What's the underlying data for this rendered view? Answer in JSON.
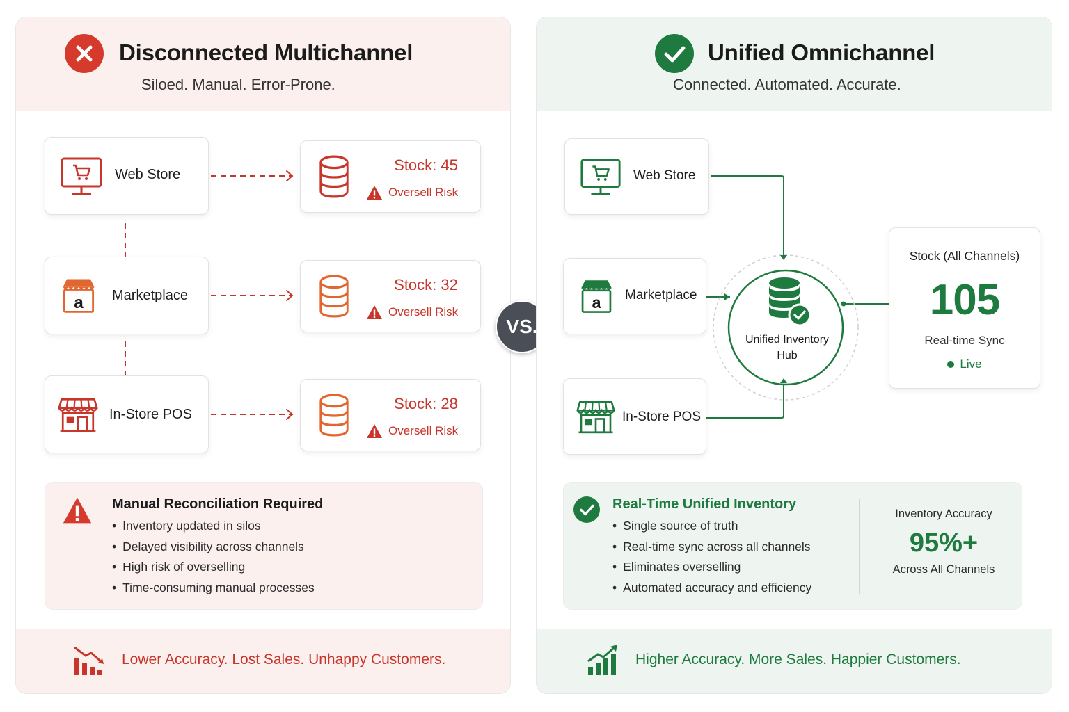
{
  "colors": {
    "danger_red": "#c8352a",
    "success_green": "#1e7a3e",
    "left_tint": "#fcf0ee",
    "right_tint": "#eef5f0",
    "vs_badge": "#4a4f57"
  },
  "left": {
    "title": "Disconnected Multichannel",
    "subtitle": "Siloed. Manual. Error-Prone.",
    "header_icon": "x-circle-icon",
    "channels": [
      {
        "label": "Web Store",
        "icon": "monitor-cart-icon"
      },
      {
        "label": "Marketplace",
        "icon": "marketplace-bag-icon"
      },
      {
        "label": "In-Store POS",
        "icon": "storefront-icon"
      }
    ],
    "stocks": [
      {
        "label": "Stock: 45",
        "risk": "Oversell Risk"
      },
      {
        "label": "Stock: 32",
        "risk": "Oversell Risk"
      },
      {
        "label": "Stock: 28",
        "risk": "Oversell Risk"
      }
    ],
    "note": {
      "title": "Manual Reconciliation Required",
      "icon": "warning-triangle-icon",
      "items": [
        "Inventory updated in silos",
        "Delayed visibility across channels",
        "High risk of overselling",
        "Time-consuming manual processes"
      ]
    },
    "footer": {
      "text": "Lower Accuracy. Lost Sales. Unhappy Customers.",
      "icon": "chart-down-icon"
    }
  },
  "vs_label": "VS.",
  "right": {
    "title": "Unified Omnichannel",
    "subtitle": "Connected. Automated. Accurate.",
    "header_icon": "check-circle-icon",
    "channels": [
      {
        "label": "Web Store",
        "icon": "monitor-cart-icon"
      },
      {
        "label": "Marketplace",
        "icon": "marketplace-bag-icon"
      },
      {
        "label": "In-Store POS",
        "icon": "storefront-icon"
      }
    ],
    "hub": {
      "label_line1": "Unified Inventory",
      "label_line2": "Hub",
      "icon": "database-check-icon"
    },
    "total": {
      "title": "Stock (All Channels)",
      "value": "105",
      "sync": "Real-time Sync",
      "status": "Live"
    },
    "note": {
      "title": "Real-Time Unified Inventory",
      "icon": "check-circle-icon",
      "items": [
        "Single source of truth",
        "Real-time sync across all channels",
        "Eliminates overselling",
        "Automated accuracy and efficiency"
      ],
      "accuracy_title": "Inventory Accuracy",
      "accuracy_value": "95%+",
      "accuracy_sub": "Across All Channels"
    },
    "footer": {
      "text": "Higher Accuracy. More Sales. Happier Customers.",
      "icon": "chart-up-icon"
    }
  }
}
